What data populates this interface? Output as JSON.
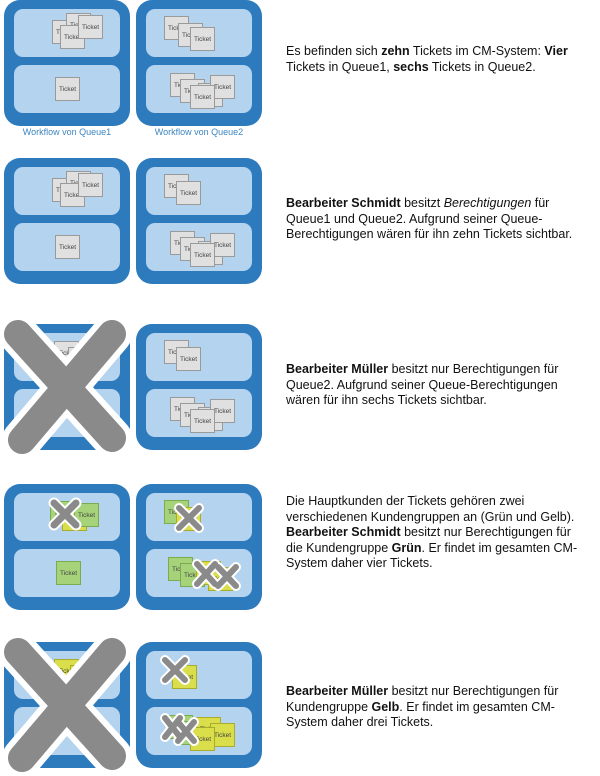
{
  "ticket_label": "Ticket",
  "captions": {
    "queue1": "Workflow von Queue1",
    "queue2": "Workflow von Queue2"
  },
  "rows": [
    {
      "parts": [
        {
          "t": "Es befinden sich ",
          "s": "n"
        },
        {
          "t": "zehn",
          "s": "b"
        },
        {
          "t": " Tickets im CM-System: ",
          "s": "n"
        },
        {
          "t": "Vier",
          "s": "b"
        },
        {
          "t": " Tickets in Queue1, ",
          "s": "n"
        },
        {
          "t": "sechs",
          "s": "b"
        },
        {
          "t": " Tickets in Queue2.",
          "s": "n"
        }
      ]
    },
    {
      "parts": [
        {
          "t": "Bearbeiter Schmidt",
          "s": "b"
        },
        {
          "t": " besitzt ",
          "s": "n"
        },
        {
          "t": "Berechtigungen",
          "s": "i"
        },
        {
          "t": " für Queue1 und Queue2. Aufgrund seiner Queue-Berechtigungen wären für ihn zehn Tickets sichtbar.",
          "s": "n"
        }
      ]
    },
    {
      "parts": [
        {
          "t": "Bearbeiter Müller",
          "s": "b"
        },
        {
          "t": " besitzt nur Berechtigungen für Queue2. Aufgrund seiner Queue-Berechtigungen wären für ihn sechs Tickets sichtbar.",
          "s": "n"
        }
      ]
    },
    {
      "parts": [
        {
          "t": "Die Hauptkunden der Tickets gehören zwei verschiedenen Kundengruppen an (Grün und Gelb).",
          "s": "n"
        },
        {
          "t": "",
          "s": "br"
        },
        {
          "t": "Bearbeiter Schmidt",
          "s": "b"
        },
        {
          "t": " besitzt nur Berechtigungen für die Kundengruppe ",
          "s": "n"
        },
        {
          "t": "Grün",
          "s": "b"
        },
        {
          "t": ". Er findet im gesamten CM-System daher vier Tickets.",
          "s": "n"
        }
      ]
    },
    {
      "parts": [
        {
          "t": "Bearbeiter Müller",
          "s": "b"
        },
        {
          "t": " besitzt nur Berechtigungen für Kundengruppe ",
          "s": "n"
        },
        {
          "t": "Gelb",
          "s": "b"
        },
        {
          "t": ". Er findet im gesamten CM-System daher drei Tickets.",
          "s": "n"
        }
      ]
    }
  ],
  "colors": {
    "panel": "#2d7bbd",
    "queue": "#b3d3ee",
    "ticket_gray": "#e0e0e0",
    "ticket_green": "#a6d37a",
    "ticket_yellow": "#d9de4a",
    "cross": "#8a8a8a"
  }
}
